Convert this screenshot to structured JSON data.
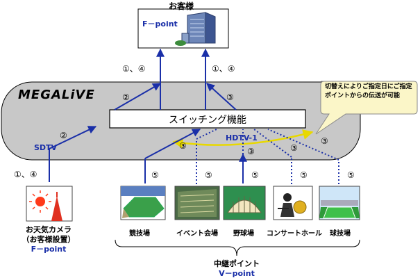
{
  "customer": {
    "title": "お客様",
    "point_label": "F－point"
  },
  "platform": {
    "logo": "MEGALiVE",
    "sdtv": "SDTV",
    "hdtv": "HDTV-1"
  },
  "switch": {
    "label": "スイッチング機能"
  },
  "callout": {
    "text": "切替えによりご指定日にご指定ポイントからの伝送が可能"
  },
  "labels": {
    "up_left": "①、④",
    "up_right": "①、④",
    "cam_link": "①、④",
    "two_a": "②",
    "two_b": "②",
    "three_a": "③",
    "three_b": "③",
    "three_c": "③",
    "three_d": "③",
    "three_e": "③",
    "five_1": "⑤",
    "five_2": "⑤",
    "five_3": "⑤",
    "five_4": "⑤",
    "five_5": "⑤"
  },
  "camera": {
    "line1": "お天気カメラ",
    "line2": "（お客様設置）",
    "point_label": "F－point"
  },
  "venues": [
    {
      "label": "競技場",
      "icon": "stadium-icon"
    },
    {
      "label": "イベント会場",
      "icon": "event-hall-icon"
    },
    {
      "label": "野球場",
      "icon": "baseball-stadium-icon"
    },
    {
      "label": "コンサートホール",
      "icon": "concert-hall-icon"
    },
    {
      "label": "球技場",
      "icon": "ball-field-icon"
    }
  ],
  "relay": {
    "title": "中継ポイント",
    "point_label": "V－point"
  },
  "colors": {
    "platform_fill": "#c8c8c8",
    "arrow": "#1a2fa8",
    "callout_fill": "#fbf6c8",
    "accent_blue": "#1a2fa8"
  }
}
